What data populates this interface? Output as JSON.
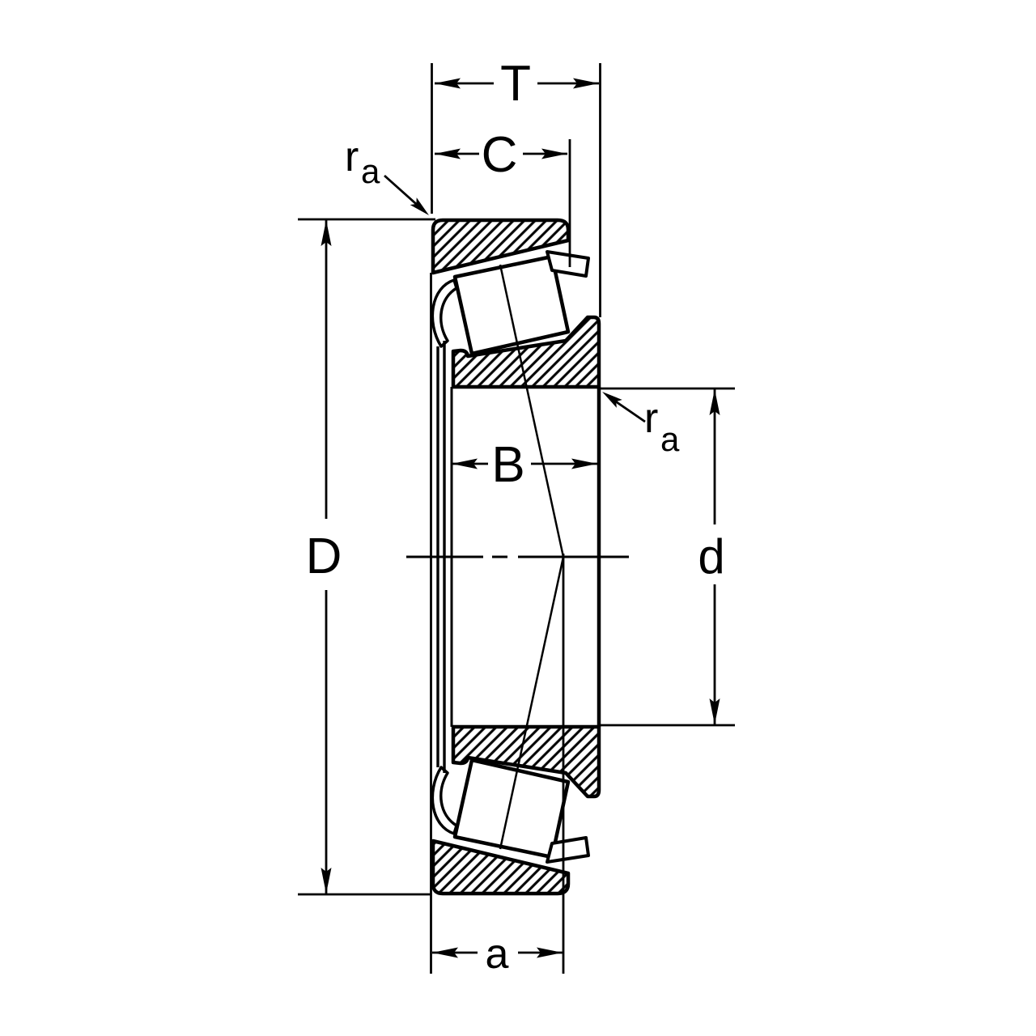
{
  "colors": {
    "background": "#ffffff",
    "line": "#000000"
  },
  "dimension_labels": {
    "total_width": "T",
    "cup_width": "C",
    "cone_width": "B",
    "outer_diameter": "D",
    "bore_diameter": "d",
    "load_center_distance": "a"
  },
  "chamfer_label": {
    "base": "r",
    "subscript": "a"
  }
}
